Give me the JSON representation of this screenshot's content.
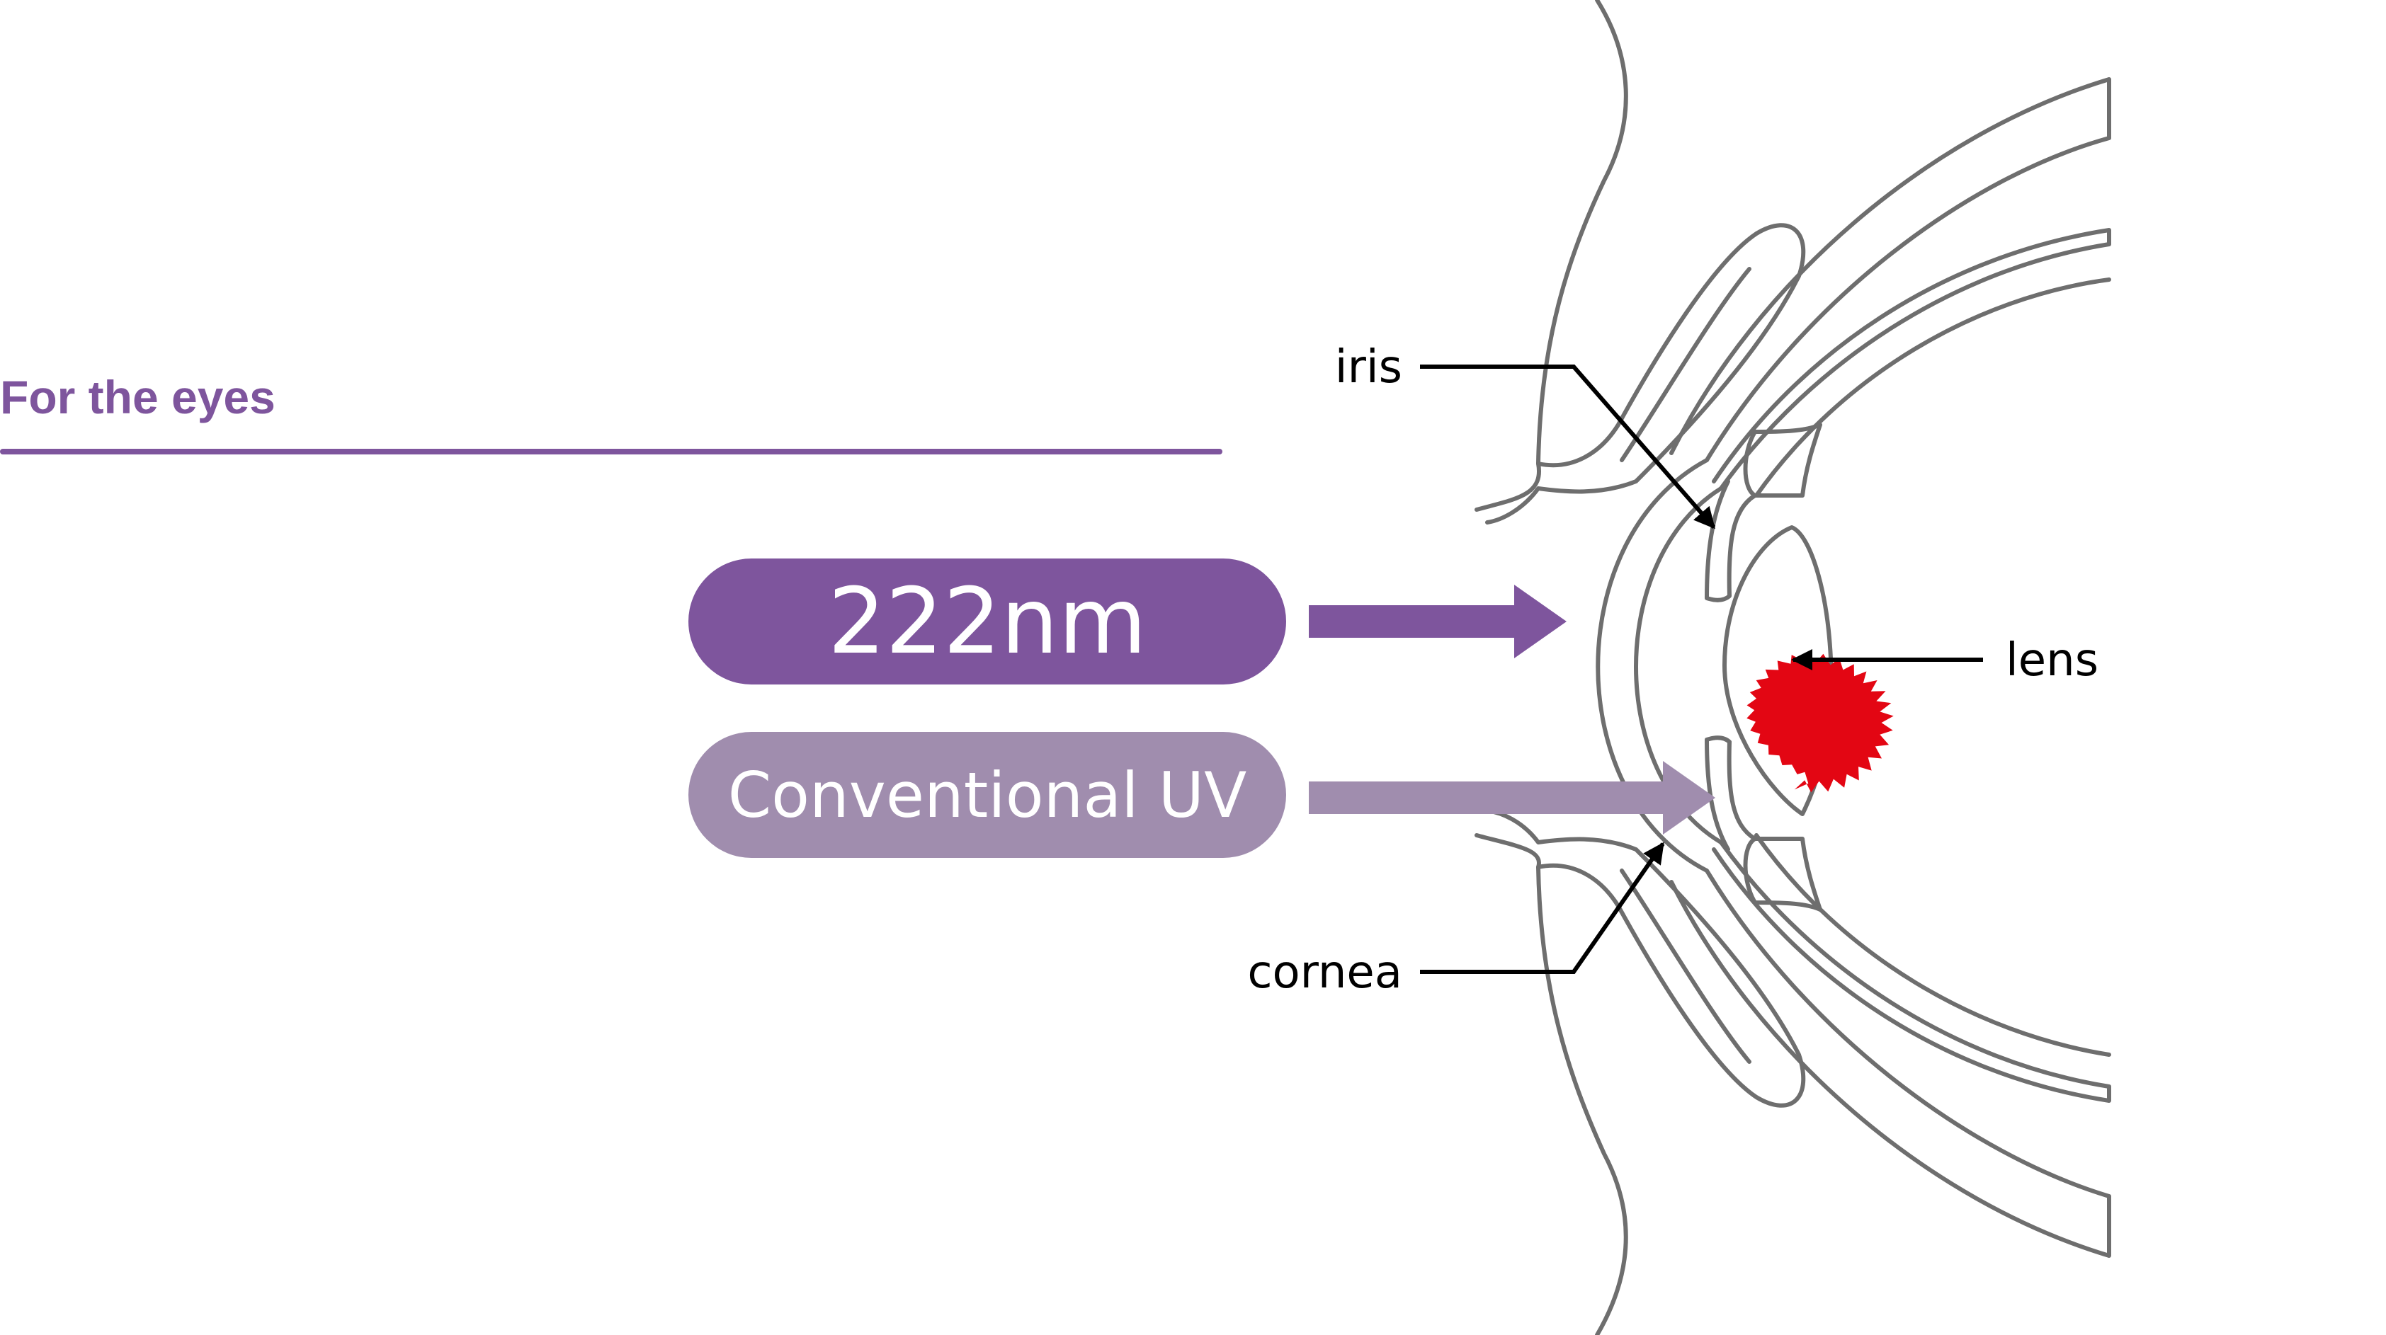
{
  "section": {
    "title": "For the eyes"
  },
  "beams": {
    "far_uv": {
      "label": "222nm"
    },
    "conventional": {
      "label": "Conventional UV"
    }
  },
  "eye_labels": {
    "iris": "iris",
    "lens": "lens",
    "cornea": "cornea"
  },
  "colors": {
    "purple": "#7e559d",
    "mauve": "#a08dae",
    "outline": "#6e6e6e",
    "damage": "#e30613",
    "pointer": "#000000"
  },
  "icons": {
    "damage_marker": "starburst-icon"
  }
}
